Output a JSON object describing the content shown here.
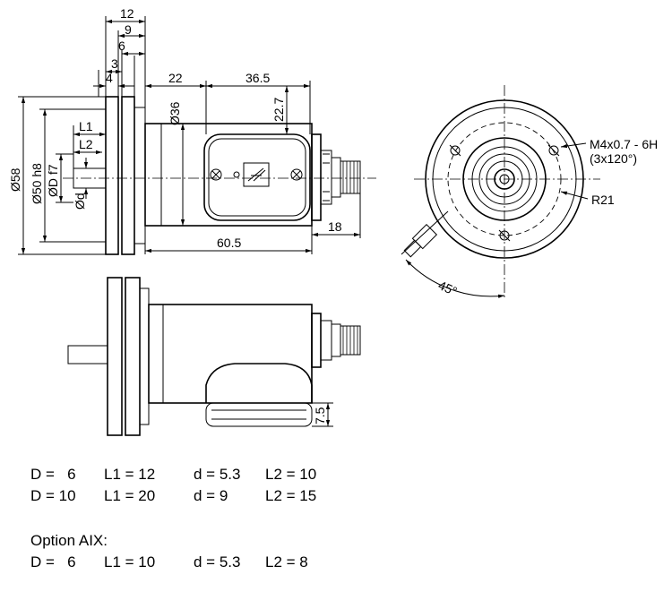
{
  "dimensions": {
    "d12": "12",
    "d9": "9",
    "d6": "6",
    "d3": "3",
    "d4": "4",
    "d22": "22",
    "d36_5": "36.5",
    "d36": "Ø36",
    "d22_7": "22.7",
    "d18": "18",
    "d60_5": "60.5",
    "d58": "Ø58",
    "d50": "Ø50 h8",
    "dD": "ØD f7",
    "dd": "Ød",
    "L1": "L1",
    "L2": "L2",
    "d7_5": "7.5"
  },
  "front_view": {
    "thread": "M4x0.7 - 6H",
    "thread_count": "(3x120°)",
    "radius": "R21",
    "angle": "45°"
  },
  "variants": [
    {
      "D": "D =   6",
      "L1": "L1 = 12",
      "d": "d = 5.3",
      "L2": "L2 = 10"
    },
    {
      "D": "D = 10",
      "L1": "L1 = 20",
      "d": "d = 9",
      "L2": "L2 = 15"
    }
  ],
  "option": {
    "title": "Option AIX:",
    "row": {
      "D": "D =   6",
      "L1": "L1 = 10",
      "d": "d = 5.3",
      "L2": "L2 = 8"
    }
  }
}
